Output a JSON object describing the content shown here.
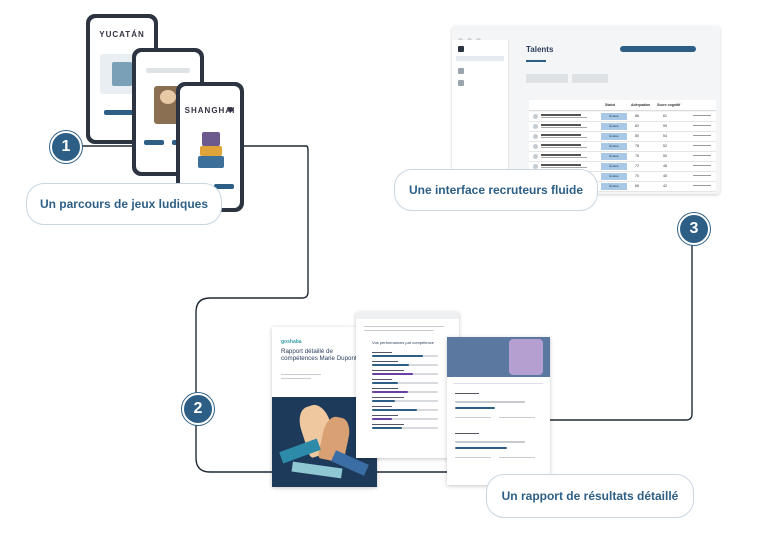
{
  "steps": [
    {
      "number": "1",
      "label": "Un parcours de jeux ludiques"
    },
    {
      "number": "2",
      "label": "Un rapport de résultats détaillé"
    },
    {
      "number": "3",
      "label": "Une interface recruteurs fluide"
    }
  ],
  "phones": [
    "YUCATÁN",
    "SHANGHAI"
  ],
  "recruiter": {
    "title": "Talents",
    "columns": [
      "Statut",
      "Adéquation",
      "Score cognitif"
    ],
    "status_value": "Évalué",
    "rows": [
      {
        "adequation": "86",
        "score": "61"
      },
      {
        "adequation": "82",
        "score": "59"
      },
      {
        "adequation": "80",
        "score": "54"
      },
      {
        "adequation": "78",
        "score": "52"
      },
      {
        "adequation": "75",
        "score": "50"
      },
      {
        "adequation": "72",
        "score": "48"
      },
      {
        "adequation": "70",
        "score": "45"
      },
      {
        "adequation": "68",
        "score": "42"
      }
    ]
  },
  "report": {
    "brand": "goshaba",
    "title": "Rapport détaillé de compétences Marie Dupont",
    "section": "Vos performances par compétence"
  },
  "colors": {
    "accent": "#2d5f86",
    "connector": "#1f2a36"
  }
}
